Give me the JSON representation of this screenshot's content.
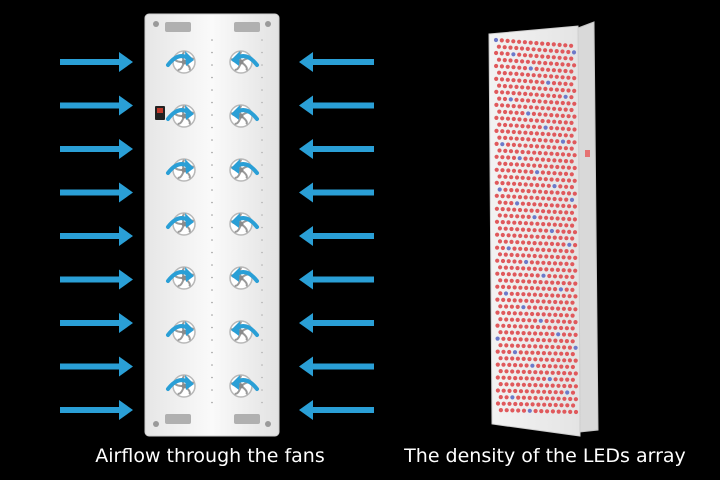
{
  "captions": {
    "left": "Airflow through the fans",
    "right": "The density of the LEDs array"
  },
  "colors": {
    "background": "#000000",
    "panel": "#f2f2f2",
    "arrow": "#2a9fd6",
    "fan": "#b8b8b8",
    "led_red": "#e0595c",
    "led_blue": "#6d79c9",
    "caption_text": "#ffffff"
  },
  "left_panel": {
    "fan_rows": 7,
    "fan_columns": 2,
    "arrow_rows_per_side": 9
  },
  "right_panel": {
    "icons": [
      "led-panel-perspective"
    ]
  }
}
